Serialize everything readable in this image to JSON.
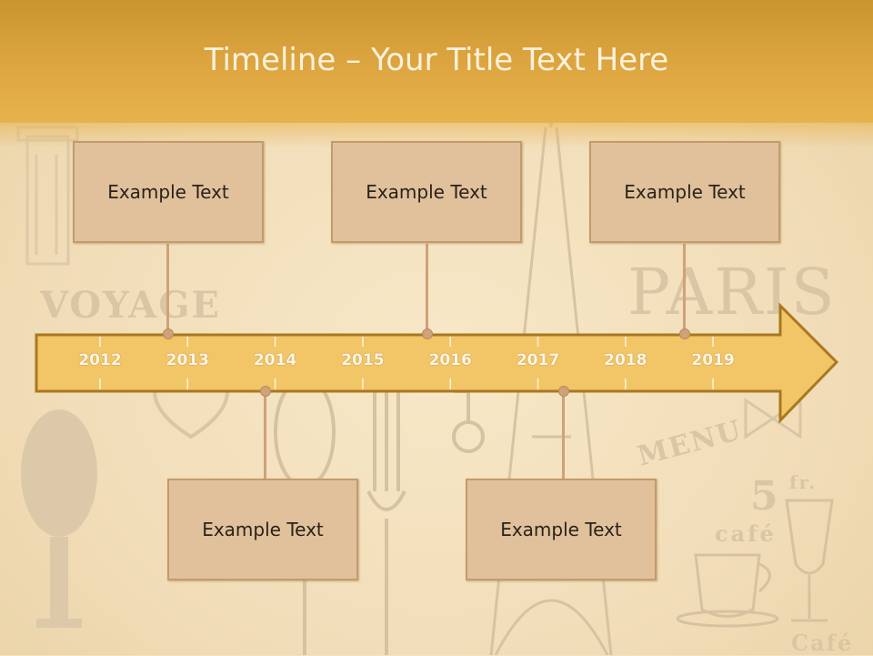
{
  "slide": {
    "title": "Timeline – Your Title Text Here"
  },
  "background_art": {
    "voyage": "VOYAGE",
    "paris": "PARIS",
    "menu": "MENU",
    "five": "5",
    "fr": "fr.",
    "cafe_small": "café",
    "cafe_large": "Café"
  },
  "timeline": {
    "years": [
      "2012",
      "2013",
      "2014",
      "2015",
      "2016",
      "2017",
      "2018",
      "2019"
    ],
    "events": [
      {
        "label": "Example Text"
      },
      {
        "label": "Example Text"
      },
      {
        "label": "Example Text"
      },
      {
        "label": "Example Text"
      },
      {
        "label": "Example Text"
      }
    ]
  },
  "colors": {
    "header": "#dea640",
    "arrow_fill": "#f2c567",
    "arrow_border": "#a9781f",
    "box_fill": "#e0c19c",
    "box_border": "#c49a6a",
    "connector": "#cfa27a"
  }
}
